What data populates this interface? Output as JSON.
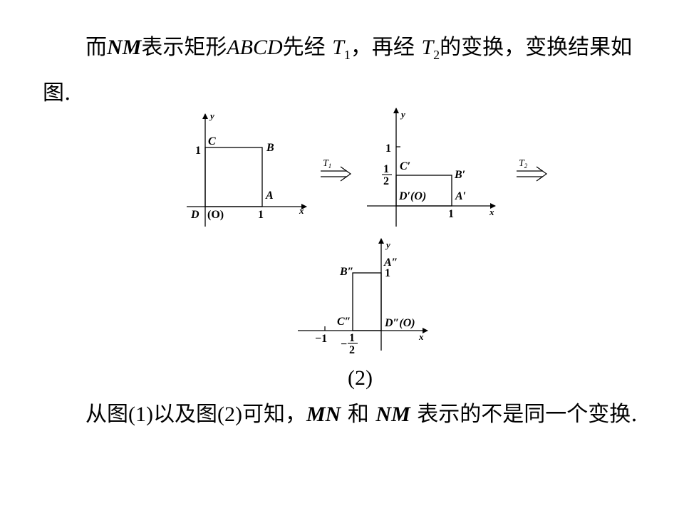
{
  "paragraph1": {
    "w1": "而",
    "w2": "NM",
    "w3": "表示矩形",
    "w4": "ABCD",
    "w5": "先经",
    "w6": "T",
    "w6sub": "1",
    "w7": "，再经",
    "w8": "T",
    "w8sub": "2",
    "w9": "的变换，变换结果如图."
  },
  "figure": {
    "panel1": {
      "axis_x": "x",
      "axis_y": "y",
      "label_C": "C",
      "label_B": "B",
      "label_A": "A",
      "label_D": "D",
      "label_O": "(O)",
      "tick_y1": "1",
      "tick_x1": "1"
    },
    "arrow1": {
      "t": "T",
      "sub": "1"
    },
    "panel2": {
      "axis_x": "x",
      "axis_y": "y",
      "label_C": "C′",
      "label_B": "B′",
      "label_A": "A′",
      "label_D": "D′(O)",
      "tick_y1": "1",
      "tick_half_num": "1",
      "tick_half_den": "2",
      "tick_x1": "1"
    },
    "arrow2": {
      "t": "T",
      "sub": "2"
    },
    "panel3": {
      "axis_x": "x",
      "axis_y": "y",
      "label_A": "A″",
      "label_B": "B″",
      "label_C": "C″",
      "label_D": "D″(O)",
      "tick_y1": "1",
      "tick_xm1": "−1",
      "tick_half_sign": "−",
      "tick_half_num": "1",
      "tick_half_den": "2"
    },
    "caption": "(2)"
  },
  "paragraph2": {
    "w1": "从图",
    "w2": "(1)",
    "w3": "以及图",
    "w4": "(2)",
    "w5": "可知，",
    "w6": "MN",
    "w7": "和",
    "w8": "NM",
    "w9": "表示的不是同一个变换."
  }
}
